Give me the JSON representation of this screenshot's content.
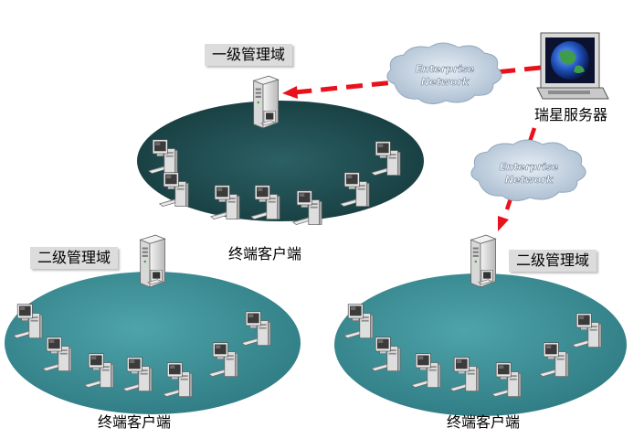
{
  "diagram": {
    "top_domain_label": "一级管理域",
    "left_domain_label": "二级管理域",
    "right_domain_label": "二级管理域",
    "server_label": "瑞星服务器",
    "client_label_top": "终端客户端",
    "client_label_left": "终端客户端",
    "client_label_right": "终端客户端",
    "cloud1_line1": "Enterprise",
    "cloud1_line2": "Network",
    "cloud2_line1": "Enterprise",
    "cloud2_line2": "Network"
  },
  "colors": {
    "top_ellipse": "#1f4f52",
    "bottom_ellipse": "#3b8f97",
    "arrow": "#e8121c",
    "cloud": "#cfdae6",
    "label_bg": "#dcdcdc"
  },
  "icons": [
    "server-icon",
    "workstation-icon",
    "cloud-icon",
    "globe-monitor-icon"
  ]
}
